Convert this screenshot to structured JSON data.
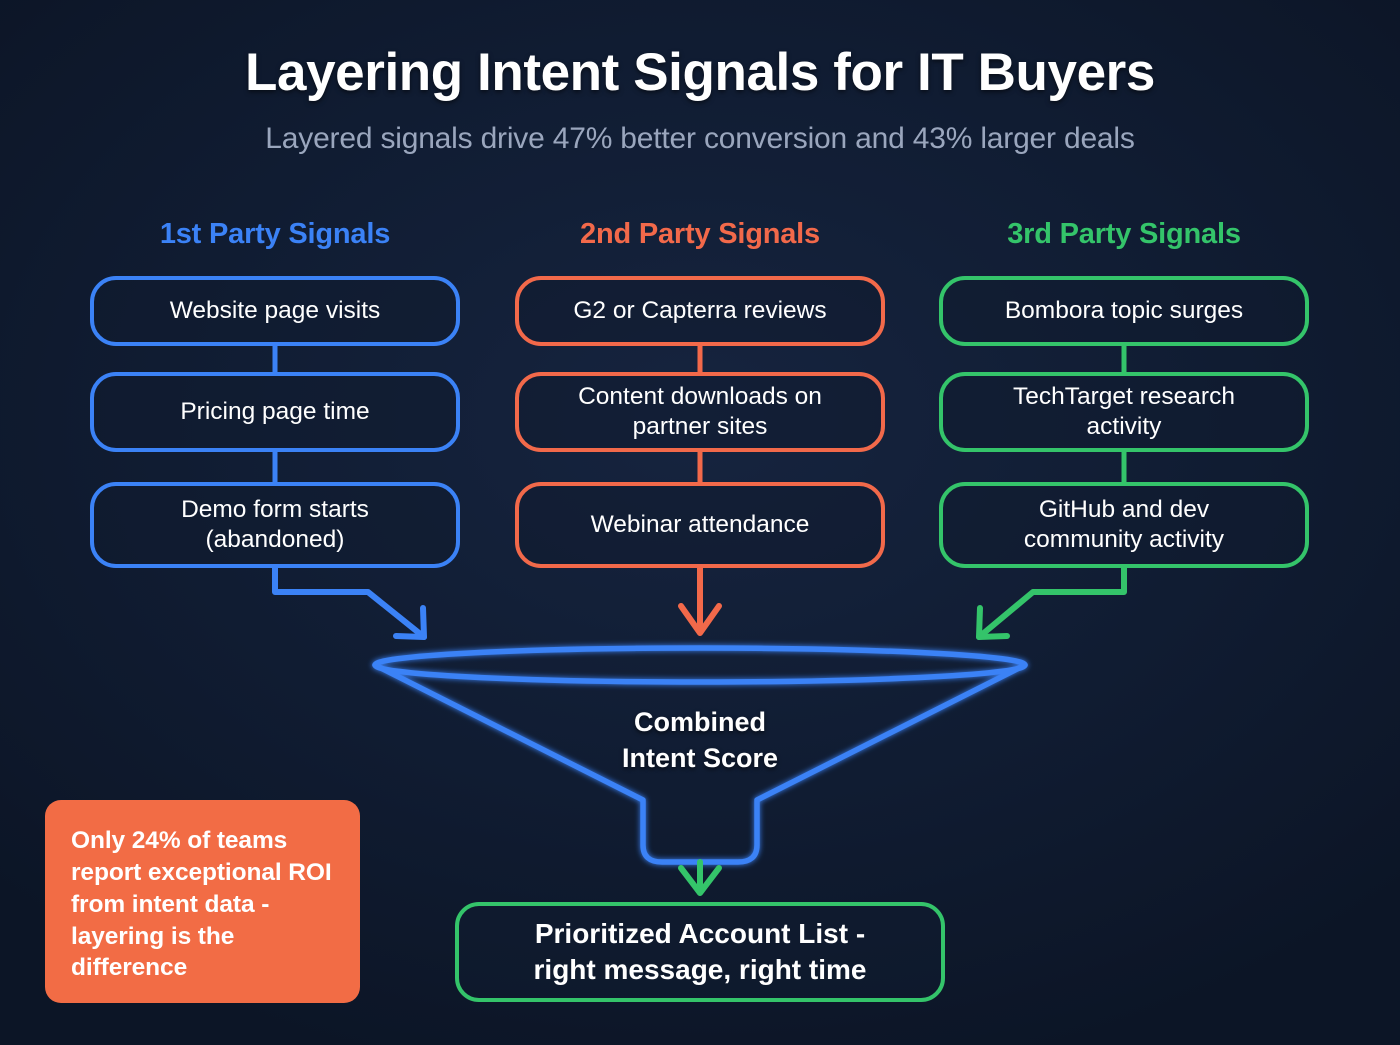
{
  "theme": {
    "background": "#0d1628",
    "blue": "#3b82f6",
    "orange": "#f2694a",
    "green": "#34c46a",
    "text": "#ffffff",
    "subtitle_color": "#9aa6bd"
  },
  "header": {
    "title": "Layering Intent Signals for IT Buyers",
    "subtitle": "Layered signals drive 47% better conversion and 43% larger deals"
  },
  "columns": [
    {
      "id": "first-party",
      "heading": "1st Party Signals",
      "color": "#3b82f6",
      "items": [
        "Website page visits",
        "Pricing page time",
        "Demo form starts\n(abandoned)"
      ]
    },
    {
      "id": "second-party",
      "heading": "2nd Party Signals",
      "color": "#f2694a",
      "items": [
        "G2 or Capterra reviews",
        "Content downloads on\npartner sites",
        "Webinar attendance"
      ]
    },
    {
      "id": "third-party",
      "heading": "3rd Party Signals",
      "color": "#34c46a",
      "items": [
        "Bombora topic surges",
        "TechTarget research\nactivity",
        "GitHub and dev\ncommunity activity"
      ]
    }
  ],
  "funnel": {
    "label_line1": "Combined",
    "label_line2": "Intent Score",
    "color": "#3b82f6"
  },
  "callout": {
    "text": "Only 24% of teams report exceptional ROI from intent data - layering is the difference",
    "background": "#f26c45",
    "text_color": "#ffffff"
  },
  "outcome": {
    "line1": "Prioritized Account List -",
    "line2": "right message, right time",
    "color": "#34c46a"
  },
  "connectors": [
    {
      "name": "first-party-to-funnel",
      "color": "#3b82f6",
      "style": "elbow-diagonal-right"
    },
    {
      "name": "second-party-to-funnel",
      "color": "#f2694a",
      "style": "straight-down"
    },
    {
      "name": "third-party-to-funnel",
      "color": "#34c46a",
      "style": "elbow-diagonal-left"
    },
    {
      "name": "funnel-to-outcome",
      "color": "#34c46a",
      "style": "straight-down"
    }
  ]
}
